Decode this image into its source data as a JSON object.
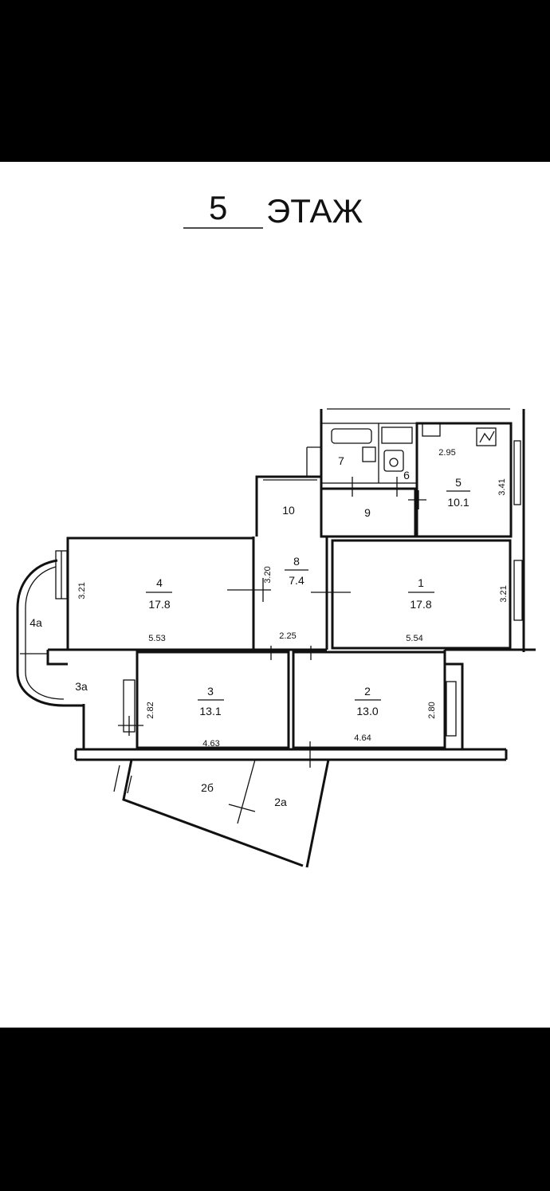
{
  "title": {
    "floor_number": "5",
    "floor_word": "ЭТАЖ"
  },
  "rooms": [
    {
      "id": "r1",
      "number": "1",
      "area": "17.8"
    },
    {
      "id": "r2",
      "number": "2",
      "area": "13.0"
    },
    {
      "id": "r3",
      "number": "3",
      "area": "13.1"
    },
    {
      "id": "r4",
      "number": "4",
      "area": "17.8"
    },
    {
      "id": "r5",
      "number": "5",
      "area": "10.1"
    },
    {
      "id": "r6",
      "number": "6"
    },
    {
      "id": "r7",
      "number": "7"
    },
    {
      "id": "r8",
      "number": "8",
      "area": "7.4"
    },
    {
      "id": "r9",
      "number": "9"
    },
    {
      "id": "r10",
      "number": "10"
    },
    {
      "id": "r2a",
      "number": "2а"
    },
    {
      "id": "r2b",
      "number": "2б"
    },
    {
      "id": "r3a",
      "number": "3а"
    },
    {
      "id": "r4a",
      "number": "4а"
    }
  ],
  "dimensions": {
    "room1_width": "5.54",
    "room1_depth": "3.21",
    "room2_width": "4.64",
    "room2_depth": "2.80",
    "room3_width": "4.63",
    "room3_depth": "2.82",
    "room4_width": "5.53",
    "room4_depth": "3.21",
    "room5_width": "2.95",
    "room5_depth": "3.41",
    "room8_width": "2.25",
    "room8_depth": "3.20"
  },
  "colors": {
    "ink": "#111111",
    "paper": "#ffffff",
    "frame": "#000000"
  }
}
